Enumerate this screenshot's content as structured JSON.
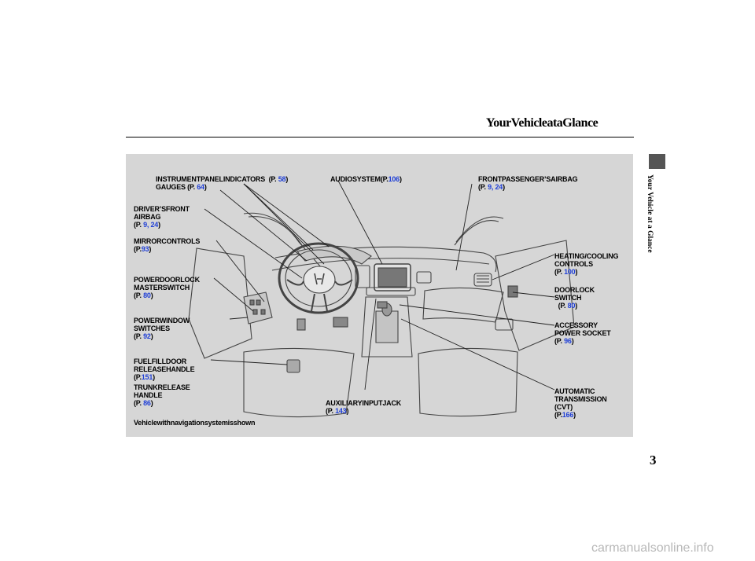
{
  "page": {
    "title": "YourVehicleataGlance",
    "side_tab": "Your Vehicle at a Glance",
    "page_number": "3",
    "watermark": "carmanualsonline.info"
  },
  "figure": {
    "caption": "Vehiclewithnavigationsystemisshown",
    "callouts": {
      "instrument": {
        "line1": "INSTRUMENTPANELINDICATORS",
        "open": "(P.",
        "ref": "58",
        "close": ")"
      },
      "gauges": {
        "line1": "GAUGES",
        "open": "(P.",
        "ref": "64",
        "close": ")"
      },
      "audio": {
        "line1": "AUDIOSYSTEM",
        "open": "(P.",
        "ref": "106",
        "close": ")"
      },
      "passenger_airbag": {
        "line1": "FRONTPASSENGER’SAIRBAG",
        "open": "(P.",
        "ref": "9, 24",
        "close": ")"
      },
      "driver_airbag": {
        "line1": "DRIVER’SFRONT",
        "line2": "AIRBAG",
        "open": "(P.",
        "ref": "9, 24",
        "close": ")"
      },
      "mirror": {
        "line1": "MIRRORCONTROLS",
        "open": "(P.",
        "ref": "93",
        "close": ")"
      },
      "heating": {
        "line1": "HEATING/COOLING",
        "line2": "CONTROLS",
        "open": "(P.",
        "ref": "100",
        "close": ")"
      },
      "power_door_lock": {
        "line1": "POWERDOORLOCK",
        "line2": "MASTERSWITCH",
        "open": "(P.",
        "ref": "80",
        "close": ")"
      },
      "door_lock": {
        "line1": "DOORLOCK",
        "line2": "SWITCH",
        "open": "(P.",
        "ref": "80",
        "close": ")"
      },
      "power_window": {
        "line1": "POWERWINDOW",
        "line2": "SWITCHES",
        "open": "(P.",
        "ref": "92",
        "close": ")"
      },
      "accessory": {
        "line1": "ACCESSORY",
        "line2": "POWER SOCKET",
        "open": "(P.",
        "ref": "96",
        "close": ")"
      },
      "fuel_lid": {
        "line1": "FUELFILLDOOR",
        "line2": "RELEASEHANDLE",
        "open": "(P.",
        "ref": "151",
        "close": ")"
      },
      "trunk": {
        "line1": "TRUNKRELEASE",
        "line2": "HANDLE",
        "open": "(P.",
        "ref": "86",
        "close": ")"
      },
      "aux": {
        "line1": "AUXILIARYINPUTJACK",
        "open": "(P.",
        "ref": "143",
        "close": ")"
      },
      "transmission": {
        "line1": "AUTOMATIC",
        "line2": "TRANSMISSION",
        "line3": "(CVT)",
        "open": "(P.",
        "ref": "166",
        "close": ")"
      }
    }
  },
  "colors": {
    "reference": "#1f3fd6",
    "panel": "#d6d6d6",
    "tab": "#555555"
  }
}
